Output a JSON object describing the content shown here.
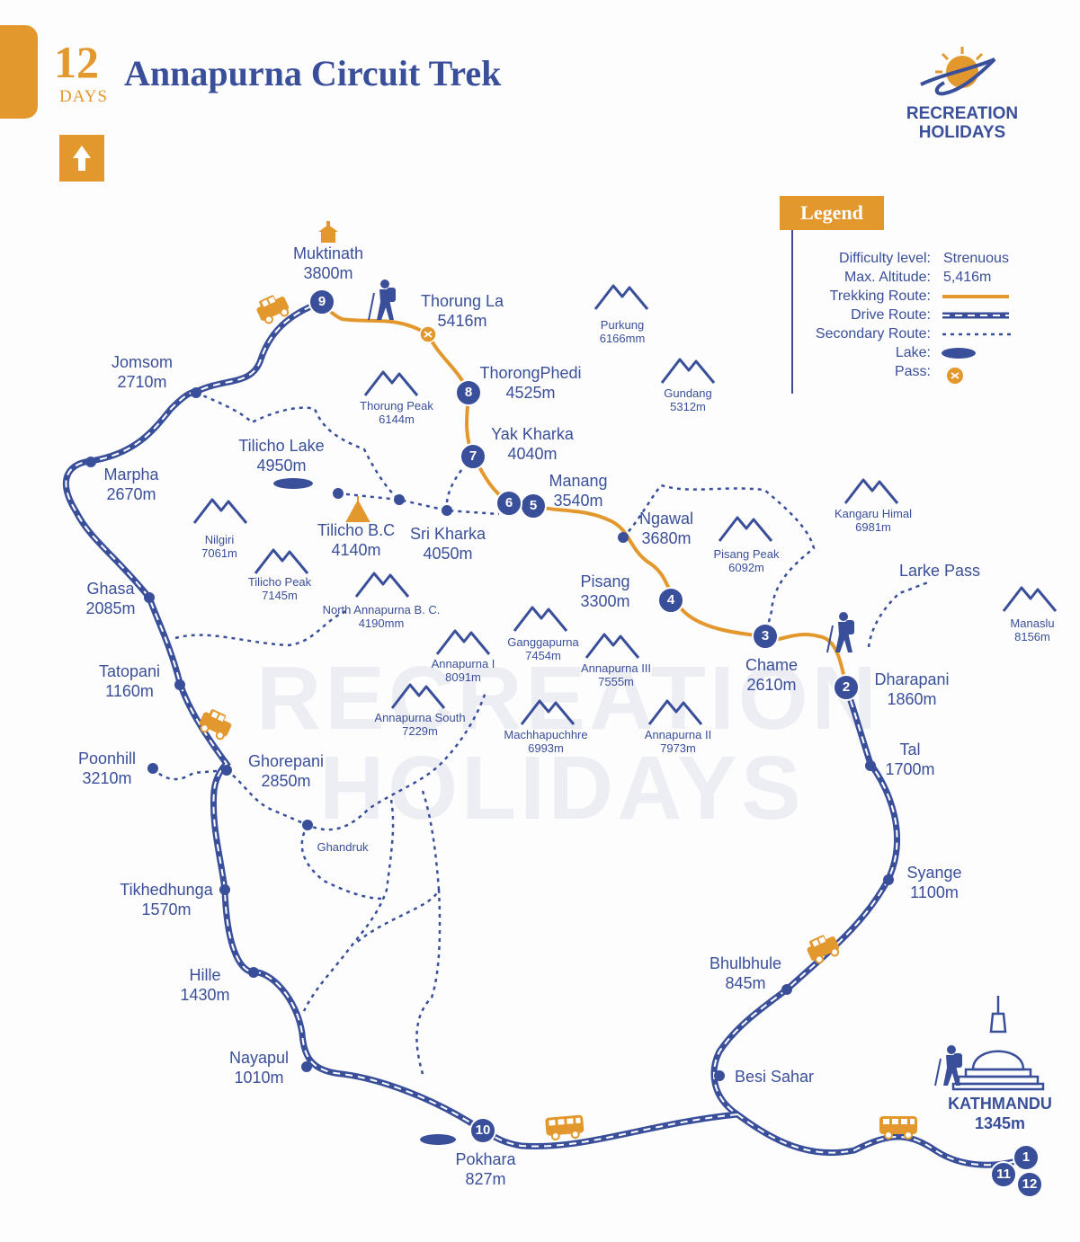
{
  "header": {
    "days_number": "12",
    "days_label": "DAYS",
    "title": "Annapurna Circuit Trek"
  },
  "brand": {
    "line1": "RECREATION",
    "line2": "HOLIDAYS"
  },
  "legend": {
    "title": "Legend",
    "difficulty_label": "Difficulty level:",
    "difficulty_value": "Strenuous",
    "altitude_label": "Max. Altitude:",
    "altitude_value": "5,416m",
    "trekking_label": "Trekking Route:",
    "drive_label": "Drive Route:",
    "secondary_label": "Secondary Route:",
    "lake_label": "Lake:",
    "pass_label": "Pass:"
  },
  "colors": {
    "accent": "#e3982e",
    "primary": "#3a4f9a"
  },
  "places": {
    "muktinath": {
      "name": "Muktinath",
      "alt": "3800m"
    },
    "thorung_la": {
      "name": "Thorung La",
      "alt": "5416m"
    },
    "thorong_phedi": {
      "name": "ThorongPhedi",
      "alt": "4525m"
    },
    "yak_kharka": {
      "name": "Yak Kharka",
      "alt": "4040m"
    },
    "manang": {
      "name": "Manang",
      "alt": "3540m"
    },
    "ngawal": {
      "name": "Ngawal",
      "alt": "3680m"
    },
    "pisang": {
      "name": "Pisang",
      "alt": "3300m"
    },
    "chame": {
      "name": "Chame",
      "alt": "2610m"
    },
    "dharapani": {
      "name": "Dharapani",
      "alt": "1860m"
    },
    "tal": {
      "name": "Tal",
      "alt": "1700m"
    },
    "syange": {
      "name": "Syange",
      "alt": "1100m"
    },
    "bhulbhule": {
      "name": "Bhulbhule",
      "alt": "845m"
    },
    "besi_sahar": {
      "name": "Besi Sahar"
    },
    "kathmandu": {
      "name": "KATHMANDU",
      "alt": "1345m"
    },
    "pokhara": {
      "name": "Pokhara",
      "alt": "827m"
    },
    "nayapul": {
      "name": "Nayapul",
      "alt": "1010m"
    },
    "hille": {
      "name": "Hille",
      "alt": "1430m"
    },
    "tikhedhunga": {
      "name": "Tikhedhunga",
      "alt": "1570m"
    },
    "poonhill": {
      "name": "Poonhill",
      "alt": "3210m"
    },
    "ghorepani": {
      "name": "Ghorepani",
      "alt": "2850m"
    },
    "ghandruk": {
      "name": "Ghandruk"
    },
    "tatopani": {
      "name": "Tatopani",
      "alt": "1160m"
    },
    "ghasa": {
      "name": "Ghasa",
      "alt": "2085m"
    },
    "marpha": {
      "name": "Marpha",
      "alt": "2670m"
    },
    "jomsom": {
      "name": "Jomsom",
      "alt": "2710m"
    },
    "tilicho_lake": {
      "name": "Tilicho Lake",
      "alt": "4950m"
    },
    "tilicho_bc": {
      "name": "Tilicho B.C",
      "alt": "4140m"
    },
    "sri_kharka": {
      "name": "Sri Kharka",
      "alt": "4050m"
    },
    "larke_pass": {
      "name": "Larke Pass"
    }
  },
  "peaks": {
    "purkung": {
      "name": "Purkung",
      "alt": "6166mm"
    },
    "gundang": {
      "name": "Gundang",
      "alt": "5312m"
    },
    "thorung_peak": {
      "name": "Thorung Peak",
      "alt": "6144m"
    },
    "kangaru_himal": {
      "name": "Kangaru Himal",
      "alt": "6981m"
    },
    "pisang_peak": {
      "name": "Pisang Peak",
      "alt": "6092m"
    },
    "manaslu": {
      "name": "Manaslu",
      "alt": "8156m"
    },
    "nilgiri": {
      "name": "Nilgiri",
      "alt": "7061m"
    },
    "tilicho_peak": {
      "name": "Tilicho Peak",
      "alt": "7145m"
    },
    "north_annapurna_bc": {
      "name": "North Annapurna B. C.",
      "alt": "4190mm"
    },
    "ganggapurna": {
      "name": "Ganggapurna",
      "alt": "7454m"
    },
    "annapurna_i": {
      "name": "Annapurna I",
      "alt": "8091m"
    },
    "annapurna_iii": {
      "name": "Annapurna III",
      "alt": "7555m"
    },
    "annapurna_south": {
      "name": "Annapurna South",
      "alt": "7229m"
    },
    "machhapuchhre": {
      "name": "Machhapuchhre",
      "alt": "6993m"
    },
    "annapurna_ii": {
      "name": "Annapurna II",
      "alt": "7973m"
    }
  },
  "days": [
    "1",
    "2",
    "3",
    "4",
    "5",
    "6",
    "7",
    "8",
    "9",
    "10",
    "11",
    "12"
  ],
  "watermark": {
    "line1": "RECREATION",
    "line2": "HOLIDAYS"
  },
  "icons": [
    "north-arrow-icon",
    "mountain-icon",
    "jeep-icon",
    "bus-icon",
    "hiker-icon",
    "camp-icon",
    "temple-icon",
    "stupa-icon",
    "pass-icon",
    "lake-icon"
  ]
}
